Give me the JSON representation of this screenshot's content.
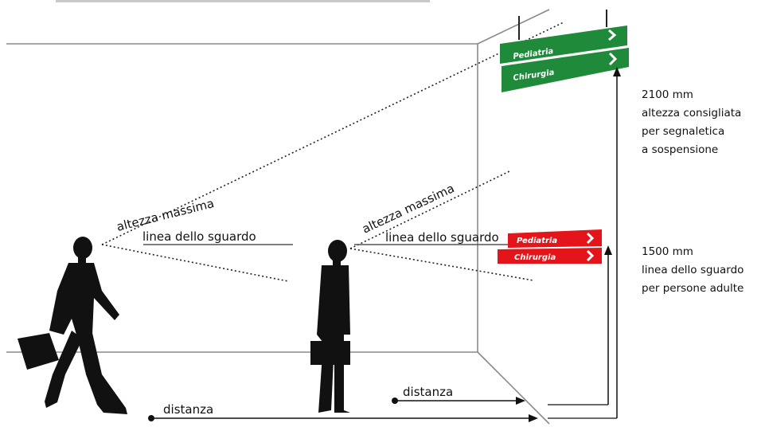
{
  "colors": {
    "green_sign": "#1f8a3a",
    "red_sign": "#e3151b",
    "ink": "#111111",
    "room_line": "#8a8a8a"
  },
  "labels": {
    "max_height_1": "altezza massima",
    "gaze_line_1": "linea dello sguardo",
    "max_height_2": "altezza massima",
    "gaze_line_2": "linea dello sguardo",
    "distance_1": "distanza",
    "distance_2": "distanza"
  },
  "signs": {
    "green": [
      "Pediatria",
      "Chirurgia"
    ],
    "red": [
      "Pediatria",
      "Chirurgia"
    ]
  },
  "notes": {
    "suspended": [
      "2100 mm",
      "altezza consigliata",
      "per segnaletica",
      "a sospensione"
    ],
    "eye_level": [
      "1500 mm",
      "linea dello sguardo",
      "per persone adulte"
    ]
  },
  "icons": [
    "walking-man-icon",
    "standing-man-icon",
    "briefcase-icon",
    "chevron-right-icon"
  ]
}
